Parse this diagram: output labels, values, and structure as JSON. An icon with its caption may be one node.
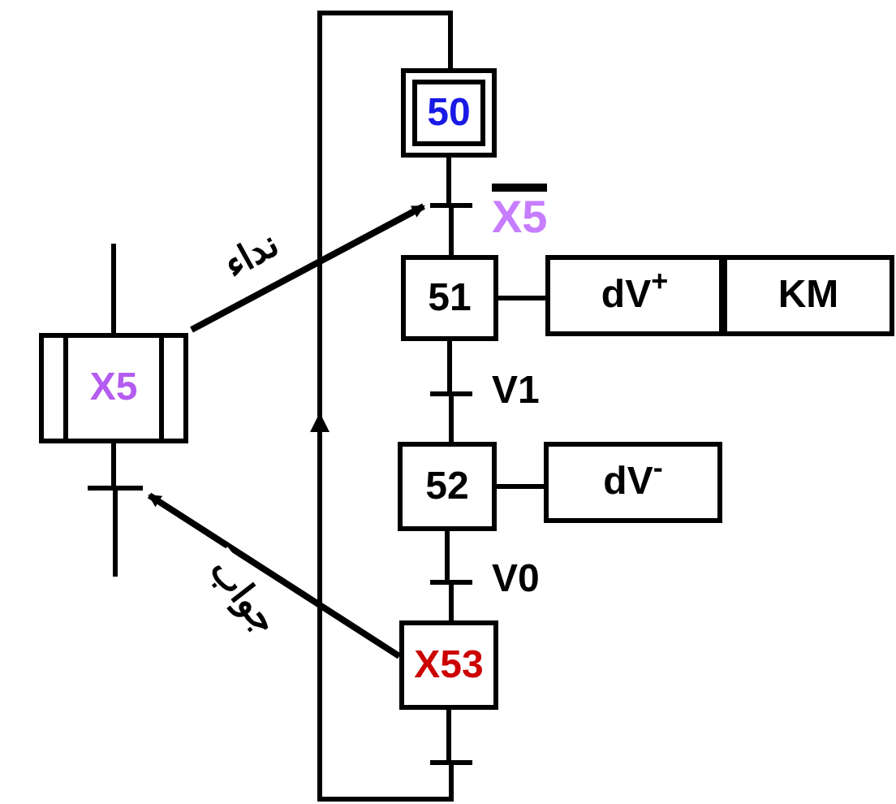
{
  "diagram": {
    "nodes": [
      {
        "text": [
          "50"
        ]
      },
      {
        "text": [
          "X5"
        ]
      },
      {
        "text": [
          "51"
        ]
      },
      {
        "text": [
          "dV$^{+}$"
        ]
      },
      {
        "text": [
          "KM"
        ]
      },
      {
        "text": [
          "V1"
        ]
      },
      {
        "text": [
          "52"
        ]
      },
      {
        "text": [
          "dV$^{-}$"
        ]
      },
      {
        "text": [
          "V0"
        ]
      },
      {
        "text": [
          "X53"
        ]
      },
      {
        "text": [],
        "shape": "bar"
      },
      {
        "text": [
          "X5"
        ]
      },
      {
        "text": [],
        "shape": "bar"
      }
    ],
    "edges": [
      {
        "from": 0,
        "to": 1,
        "arrow": "none"
      },
      {
        "from": 1,
        "to": 2,
        "arrow": "none"
      },
      {
        "from": 2,
        "to": 3,
        "arrow": "none"
      },
      {
        "from": 2,
        "to": 5,
        "arrow": "none"
      },
      {
        "from": 5,
        "to": 6,
        "arrow": "none"
      },
      {
        "from": 6,
        "to": 7,
        "arrow": "none"
      },
      {
        "from": 6,
        "to": 8,
        "arrow": "none"
      },
      {
        "from": 8,
        "to": 9,
        "arrow": "none"
      },
      {
        "from": 9,
        "to": 10,
        "arrow": "none"
      },
      {
        "from": 10,
        "to": 0,
        "arrow": "to"
      },
      {
        "from": 11,
        "to": 1,
        "arrow": "to",
        "label": "نداء"
      },
      {
        "from": 9,
        "to": 12,
        "arrow": "to",
        "label": "جواب"
      },
      {
        "from": null,
        "to": 11,
        "arrow": "none"
      },
      {
        "from": 11,
        "to": 12,
        "arrow": "none"
      },
      {
        "from": 12,
        "to": null,
        "arrow": "none"
      }
    ]
  }
}
